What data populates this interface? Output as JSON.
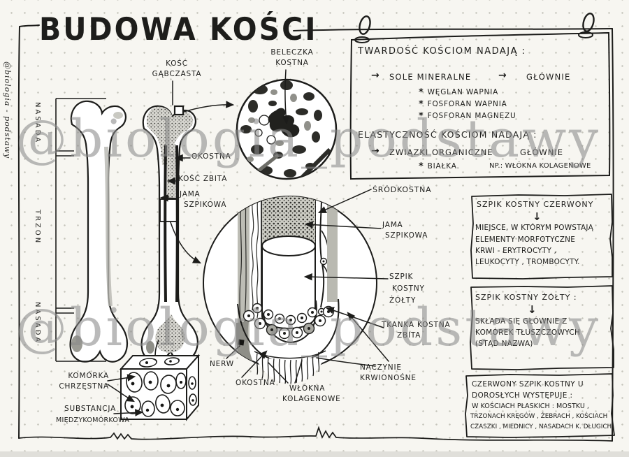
{
  "page": {
    "title": "BUDOWA KOŚCI",
    "side_note": "@biologia - podstawy",
    "watermark": "@biologia_podstawy"
  },
  "glyphs": {
    "right_arrow": "→",
    "down_arrow": "↓",
    "star": "*"
  },
  "long_bone": {
    "epiphysis_top": "NASADA",
    "diaphysis": "TRZON",
    "epiphysis_bottom": "NASADA"
  },
  "bone_section": {
    "spongy_line1": "KOŚĆ",
    "spongy_line2": "GĄBCZASTA",
    "trabecula_line1": "BELECZKA",
    "trabecula_line2": "KOSTNA",
    "periosteum": "OKOSTNA",
    "compact": "KOŚĆ ZBITA",
    "cavity_line1": "JAMA",
    "cavity_line2": "SZPIKOWA"
  },
  "shaft_detail": {
    "endosteum": "ŚRÓDKOSTNA",
    "cavity_line1": "JAMA",
    "cavity_line2": "SZPIKOWA",
    "yellow_marrow_line1": "SZPIK",
    "yellow_marrow_line2": "KOSTNY",
    "yellow_marrow_line3": "ŻÓŁTY",
    "compact_line1": "TKANKA KOSTNA",
    "compact_line2": "ZBITA",
    "vessel_line1": "NACZYNIE",
    "vessel_line2": "KRWIONOŚNE",
    "fibers_line1": "WŁÓKNA",
    "fibers_line2": "KOLAGENOWE",
    "periosteum": "OKOSTNA",
    "nerve": "NERW"
  },
  "cartilage": {
    "cell_line1": "KOMÓRKA",
    "cell_line2": "CHRZĘSTNA",
    "matrix_line1": "SUBSTANCJA",
    "matrix_line2": "MIĘDZYKOMÓRKOWA"
  },
  "hardness_box": {
    "heading": "TWARDOŚĆ KOŚCIOM NADAJĄ :",
    "item": "SOLE MINERALNE",
    "item_note": "GŁÓWNIE",
    "sub_items": [
      "WĘGLAN WAPNIA",
      "FOSFORAN WAPNIA",
      "FOSFORAN MAGNEZU"
    ],
    "heading2": "ELASTYCZNOŚĆ KOŚCIOM NADAJĄ :",
    "item2": "ZWIĄZKI ORGANICZNE",
    "item2_note": "GŁÓWNIE",
    "sub_item2": "BIAŁKA.",
    "sub_item2_note": "NP.: WŁÓKNA KOLAGENOWE"
  },
  "red_marrow_box": {
    "title": "SZPIK KOSTNY CZERWONY",
    "lines": [
      "MIEJSCE, W KTÓRYM POWSTAJĄ",
      "ELEMENTY MORFOTYCZNE",
      "KRWI - ERYTROCYTY ,",
      "LEUKOCYTY , TROMBOCYTY."
    ]
  },
  "yellow_marrow_box": {
    "title": "SZPIK KOSTNY ŻÓŁTY :",
    "lines": [
      "SKŁADA SIĘ GŁÓWNIE Z",
      "KOMÓREK TŁUSZCZOWYCH",
      "(STĄD NAZWA)"
    ]
  },
  "adult_marrow_box": {
    "lines": [
      "CZERWONY SZPIK KOSTNY U",
      "DOROSŁYCH WYSTĘPUJE :",
      "W KOŚCIACH PŁASKICH : MOSTKU ,",
      "TRZONACH KRĘGÓW , ŻEBRACH , KOŚCIACH",
      "CZASZKI , MIEDNICY , NASADACH K. DŁUGICH"
    ]
  }
}
